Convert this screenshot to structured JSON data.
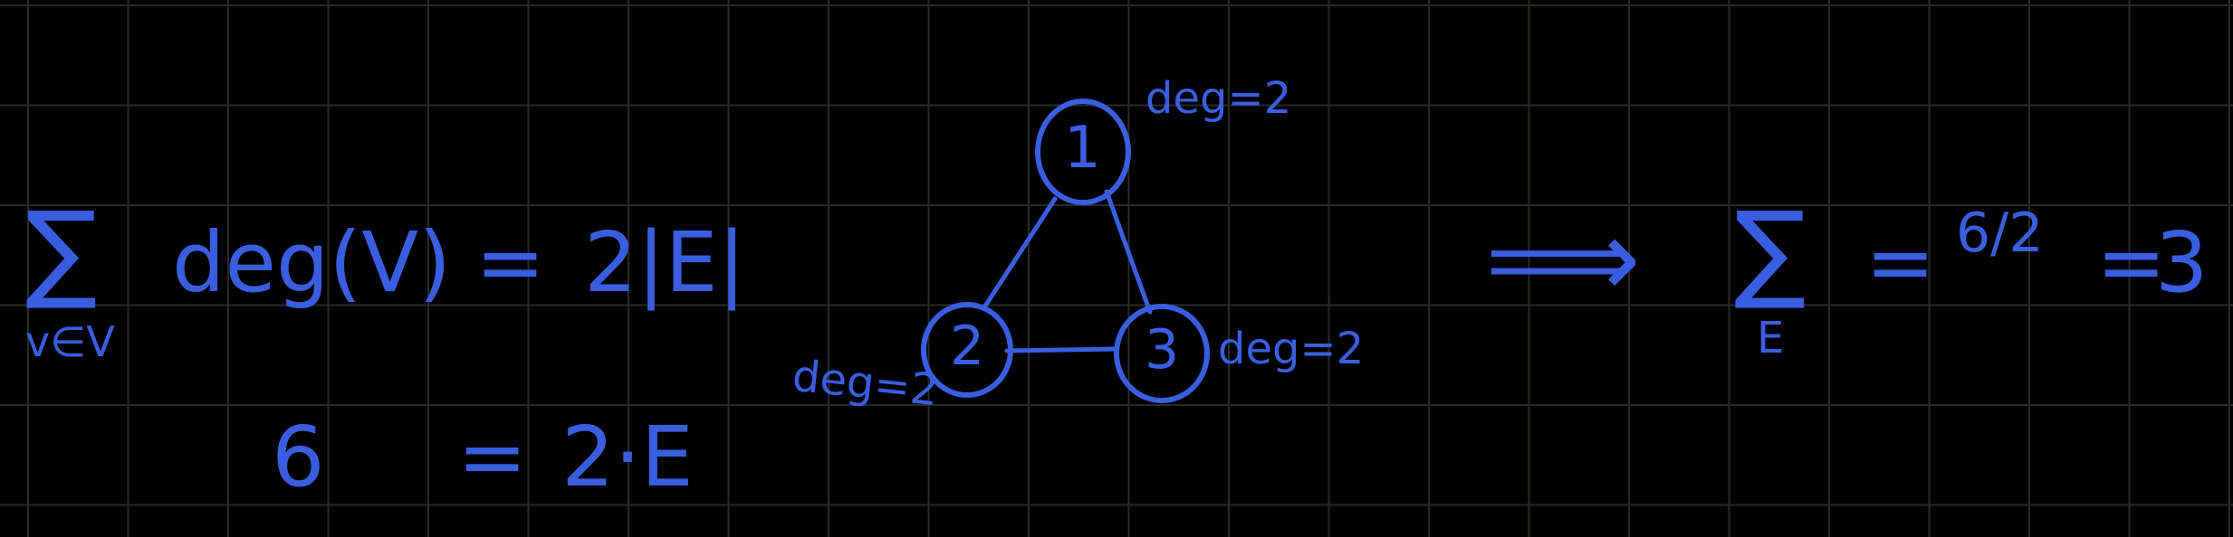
{
  "colors": {
    "background": "#000000",
    "grid": "#2a2a24",
    "ink": "#3a5ee0"
  },
  "formula": {
    "sum_symbol": "∑",
    "sum_subscript": "v∈V",
    "lhs": "deg(V)",
    "equals": "=",
    "rhs": "2|E|"
  },
  "second_line": {
    "lhs": "6",
    "equals": "=",
    "rhs": "2·E"
  },
  "graph": {
    "nodes": [
      {
        "id": "1",
        "degree_label": "deg=2"
      },
      {
        "id": "2",
        "degree_label": "deg=2"
      },
      {
        "id": "3",
        "degree_label": "deg=2"
      }
    ]
  },
  "conclusion": {
    "arrow": "⟹",
    "sum_symbol": "∑",
    "sum_subscript": "E",
    "equals1": "=",
    "fraction": "6/2",
    "equals2": "=",
    "result": "3"
  }
}
